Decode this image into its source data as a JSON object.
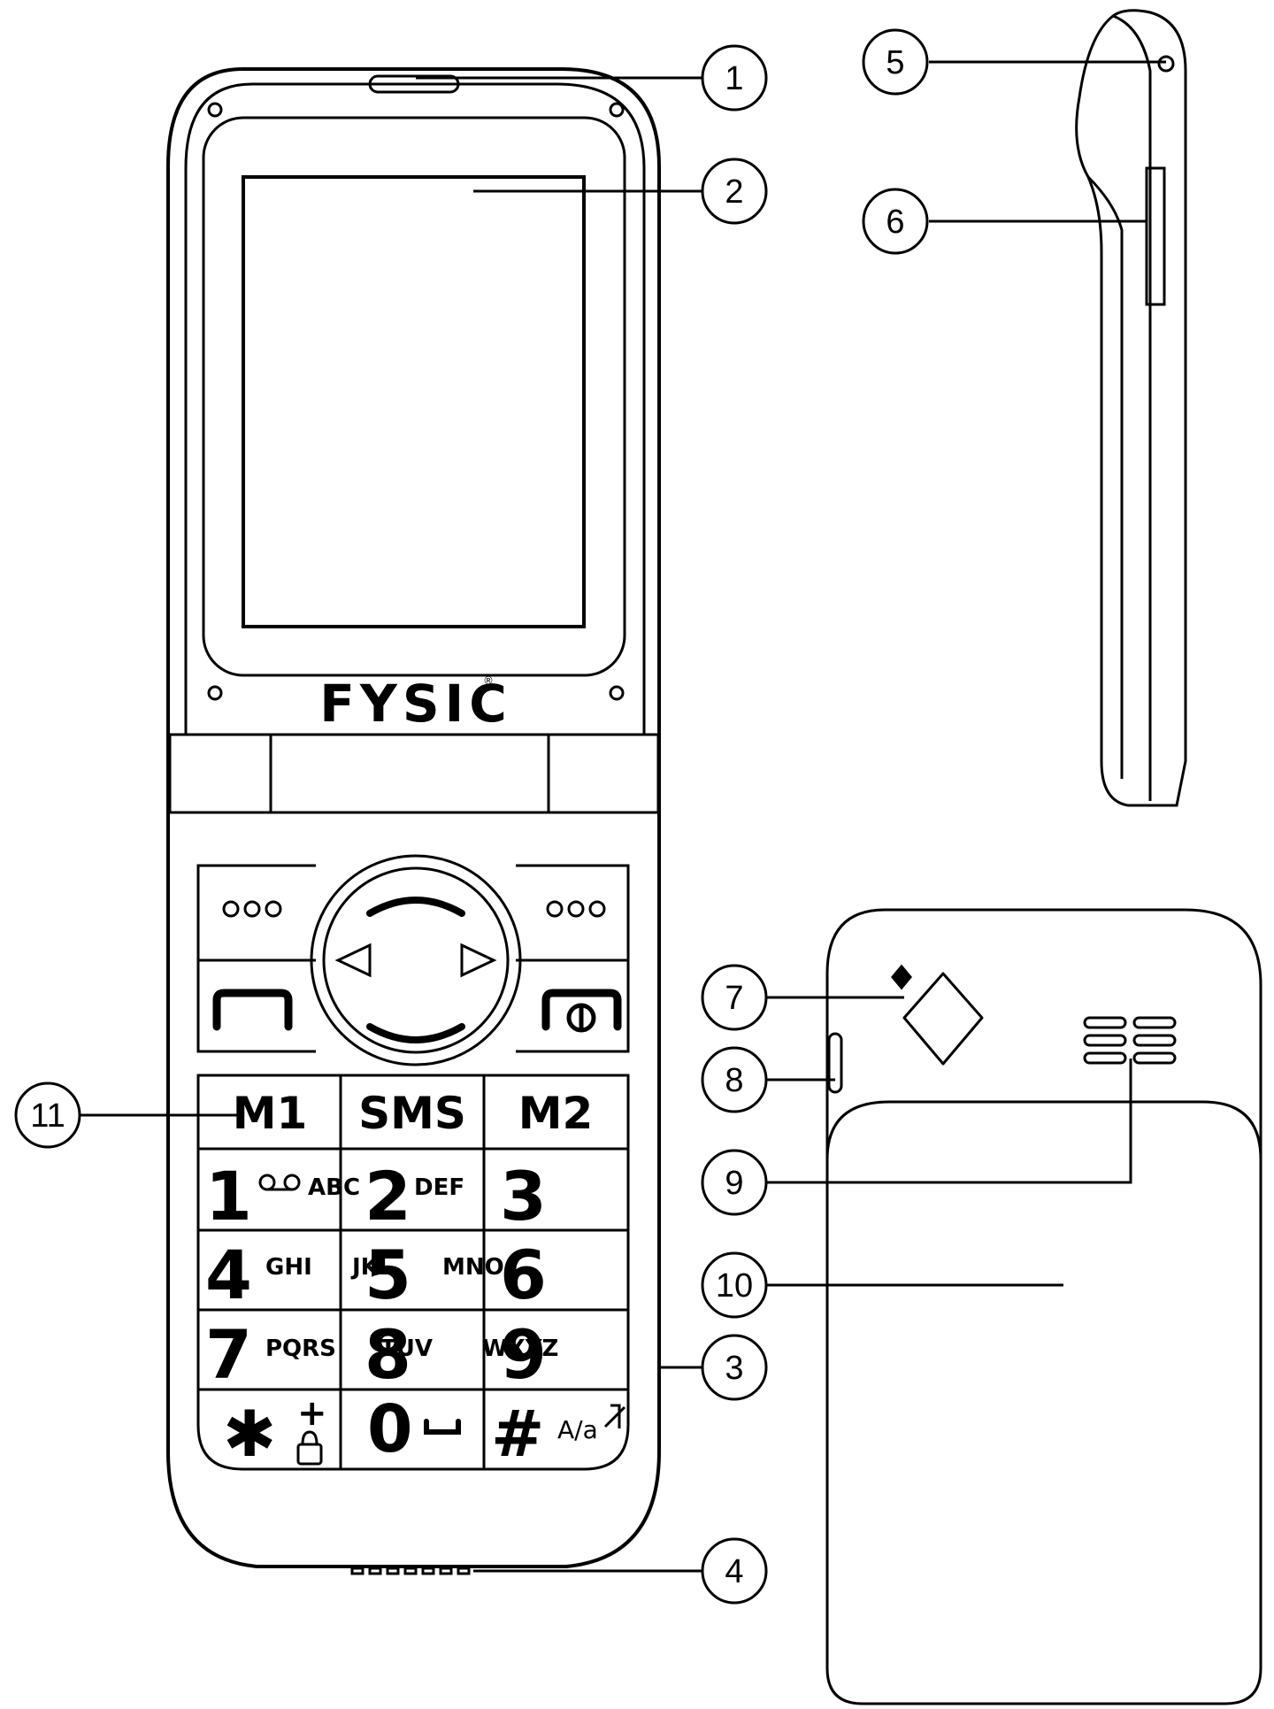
{
  "brand": "FYSIC",
  "registered_mark": "®",
  "colors": {
    "ink": "#000000",
    "paper": "#ffffff"
  },
  "keypad": {
    "function_row": [
      "M1",
      "SMS",
      "M2"
    ],
    "keys": [
      {
        "digit": "1",
        "letters": "ABC",
        "icon": "voicemail-icon"
      },
      {
        "digit": "2",
        "letters": "DEF"
      },
      {
        "digit": "3",
        "letters": ""
      },
      {
        "digit": "4",
        "letters": "GHI"
      },
      {
        "digit": "5",
        "letters": "JKL"
      },
      {
        "digit": "6",
        "letters": "MNO"
      },
      {
        "digit": "7",
        "letters": "PQRS"
      },
      {
        "digit": "8",
        "letters": "TUV"
      },
      {
        "digit": "9",
        "letters": "WXYZ"
      },
      {
        "digit": "✱",
        "letters": "+",
        "icon": "lock-icon"
      },
      {
        "digit": "0",
        "letters": "",
        "icon": "space-icon"
      },
      {
        "digit": "#",
        "letters": "A/a",
        "icon": "mute-icon"
      }
    ],
    "menu_dots": "ooo"
  },
  "callouts": [
    "1",
    "2",
    "3",
    "4",
    "5",
    "6",
    "7",
    "8",
    "9",
    "10",
    "11"
  ]
}
